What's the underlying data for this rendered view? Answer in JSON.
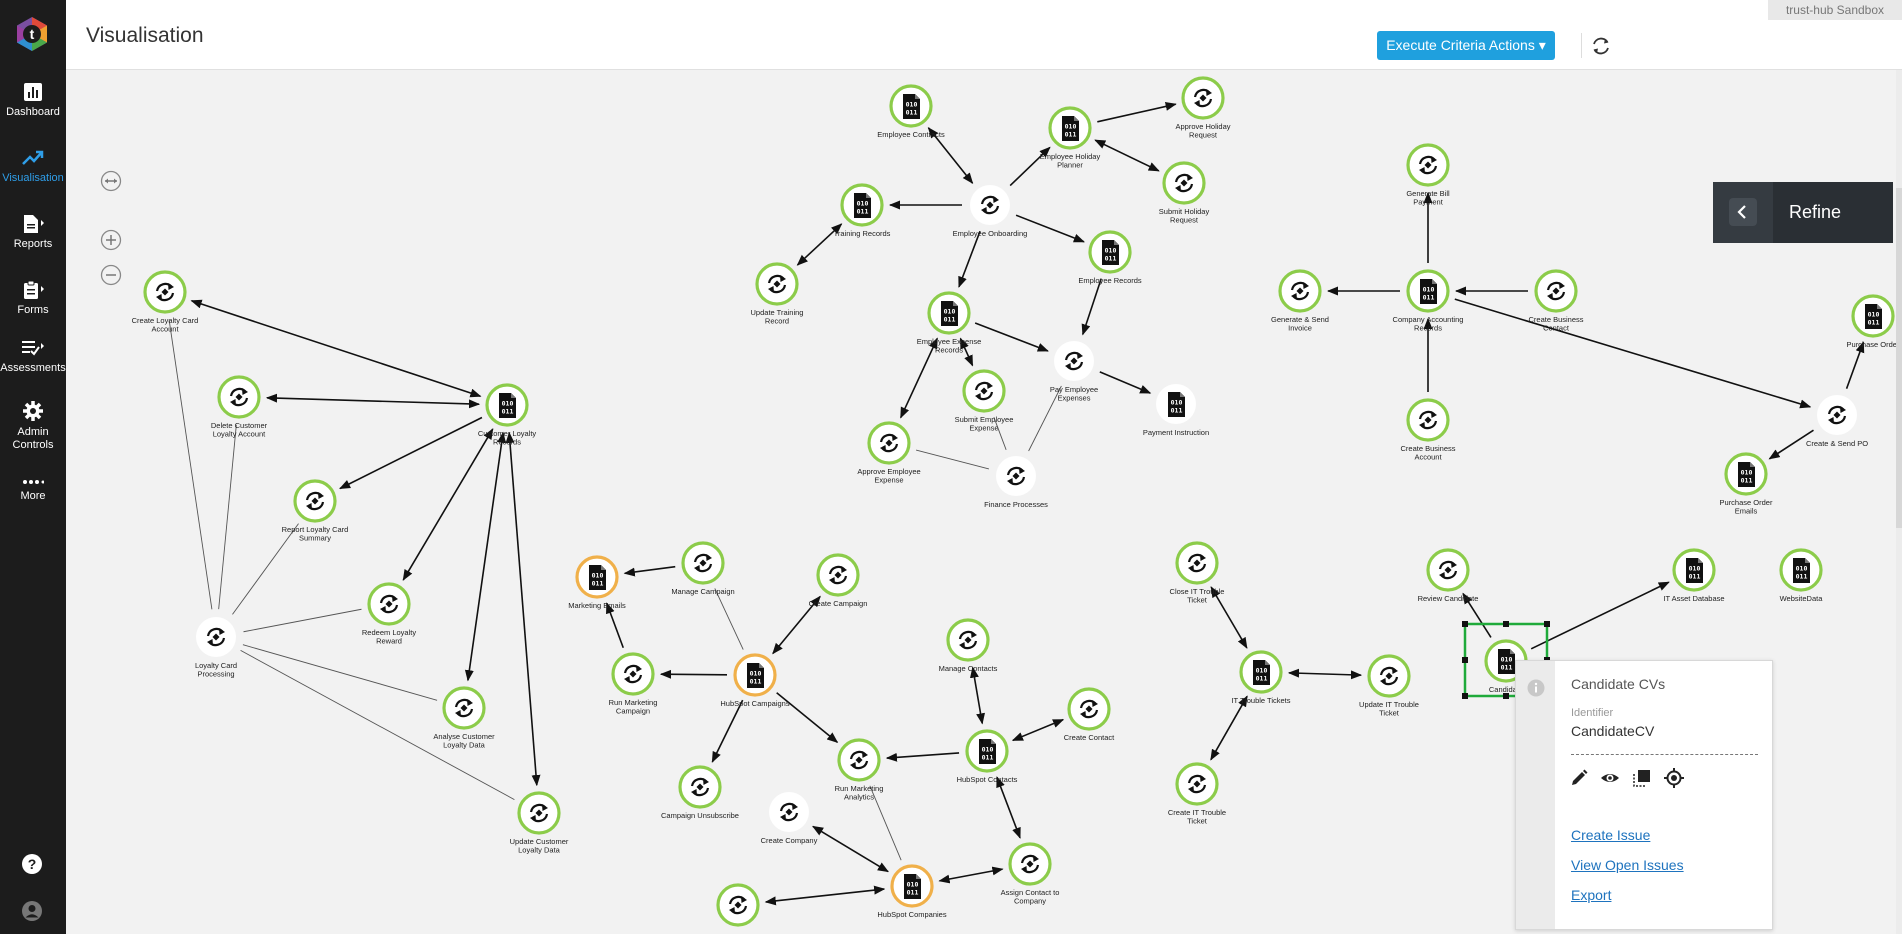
{
  "app": {
    "sandbox_label": "trust-hub Sandbox"
  },
  "header": {
    "title": "Visualisation",
    "execute_button": "Execute Criteria Actions ▾"
  },
  "sidebar": {
    "items": [
      {
        "label": "Dashboard",
        "icon": "bar-chart-icon"
      },
      {
        "label": "Visualisation",
        "icon": "trend-line-icon",
        "active": true
      },
      {
        "label": "Reports",
        "icon": "document-icon"
      },
      {
        "label": "Forms",
        "icon": "clipboard-icon"
      },
      {
        "label": "Assessments",
        "icon": "checklist-icon"
      },
      {
        "label": "Admin Controls",
        "icon": "gear-icon"
      },
      {
        "label": "More",
        "icon": "dots-icon"
      }
    ]
  },
  "refine": {
    "label": "Refine"
  },
  "popup": {
    "title": "Candidate CVs",
    "identifier_label": "Identifier",
    "identifier_value": "CandidateCV",
    "links": [
      "Create Issue",
      "View Open Issues",
      "Export"
    ]
  },
  "colors": {
    "accent": "#1fa0de",
    "node_green": "#8ccc4a",
    "node_orange": "#f0b04a",
    "selection": "#1faa3a",
    "sidebar": "#1c1c1c"
  },
  "graph": {
    "nodes": [
      {
        "id": "n1",
        "type": "process",
        "label": [
          "Create Loyalty Card",
          "Account"
        ]
      },
      {
        "id": "n2",
        "type": "process",
        "label": [
          "Delete Customer",
          "Loyalty Account"
        ]
      },
      {
        "id": "n3",
        "type": "data",
        "label": [
          "Customer Loyalty",
          "Records"
        ]
      },
      {
        "id": "n4",
        "type": "process",
        "label": [
          "Report Loyalty Card",
          "Summary"
        ]
      },
      {
        "id": "n5",
        "type": "process",
        "label": [
          "Redeem Loyalty",
          "Reward"
        ]
      },
      {
        "id": "n6",
        "type": "process_plain",
        "label": [
          "Loyalty Card",
          "Processing"
        ]
      },
      {
        "id": "n7",
        "type": "process",
        "label": [
          "Analyse Customer",
          "Loyalty Data"
        ]
      },
      {
        "id": "n8",
        "type": "process",
        "label": [
          "Update Customer",
          "Loyalty Data"
        ]
      },
      {
        "id": "n9",
        "type": "data",
        "label": [
          "Employee Contracts"
        ]
      },
      {
        "id": "n10",
        "type": "data",
        "label": [
          "Employee Holiday",
          "Planner"
        ]
      },
      {
        "id": "n11",
        "type": "process",
        "label": [
          "Approve Holiday",
          "Request"
        ]
      },
      {
        "id": "n12",
        "type": "process",
        "label": [
          "Submit Holiday",
          "Request"
        ]
      },
      {
        "id": "n13",
        "type": "data",
        "label": [
          "Training Records"
        ]
      },
      {
        "id": "n14",
        "type": "process_plain",
        "label": [
          "Employee Onboarding"
        ]
      },
      {
        "id": "n15",
        "type": "data",
        "label": [
          "Employee Records"
        ]
      },
      {
        "id": "n16",
        "type": "process",
        "label": [
          "Update Training",
          "Record"
        ]
      },
      {
        "id": "n17",
        "type": "data",
        "label": [
          "Employee Expense",
          "Records"
        ]
      },
      {
        "id": "n18",
        "type": "process_plain",
        "label": [
          "Pay Employee",
          "Expenses"
        ]
      },
      {
        "id": "n19",
        "type": "process",
        "label": [
          "Submit Employee",
          "Expense"
        ]
      },
      {
        "id": "n20",
        "type": "data_plain",
        "label": [
          "Payment Instruction"
        ]
      },
      {
        "id": "n21",
        "type": "process",
        "label": [
          "Approve Employee",
          "Expense"
        ]
      },
      {
        "id": "n22",
        "type": "process_plain",
        "label": [
          "Finance Processes"
        ]
      },
      {
        "id": "n23",
        "type": "process",
        "label": [
          "Generate Bill",
          "Payment"
        ]
      },
      {
        "id": "n24",
        "type": "process",
        "label": [
          "Generate & Send",
          "Invoice"
        ]
      },
      {
        "id": "n25",
        "type": "data",
        "label": [
          "Company Accounting",
          "Records"
        ]
      },
      {
        "id": "n26",
        "type": "process",
        "label": [
          "Create Business",
          "Contact"
        ]
      },
      {
        "id": "n27",
        "type": "process",
        "label": [
          "Create Business",
          "Account"
        ]
      },
      {
        "id": "n28",
        "type": "data",
        "label": [
          "Purchase Order"
        ]
      },
      {
        "id": "n29",
        "type": "process_plain",
        "label": [
          "Create & Send PO"
        ]
      },
      {
        "id": "n30",
        "type": "data",
        "label": [
          "Purchase Order",
          "Emails"
        ]
      },
      {
        "id": "n31",
        "type": "data_orange",
        "label": [
          "Marketing Emails"
        ]
      },
      {
        "id": "n32",
        "type": "process",
        "label": [
          "Manage Campaign"
        ]
      },
      {
        "id": "n33",
        "type": "process",
        "label": [
          "Create Campaign"
        ]
      },
      {
        "id": "n34",
        "type": "process",
        "label": [
          "Run Marketing",
          "Campaign"
        ]
      },
      {
        "id": "n35",
        "type": "data_orange",
        "label": [
          "HubSpot Campaigns"
        ]
      },
      {
        "id": "n36",
        "type": "process",
        "label": [
          "Manage Contacts"
        ]
      },
      {
        "id": "n37",
        "type": "process",
        "label": [
          "Create Contact"
        ]
      },
      {
        "id": "n38",
        "type": "process",
        "label": [
          "Run Marketing",
          "Analytics"
        ]
      },
      {
        "id": "n39",
        "type": "data",
        "label": [
          "HubSpot Contacts"
        ]
      },
      {
        "id": "n40",
        "type": "process",
        "label": [
          "Campaign Unsubscribe"
        ]
      },
      {
        "id": "n41",
        "type": "process_plain",
        "label": [
          "Create Company"
        ]
      },
      {
        "id": "n42",
        "type": "data_orange",
        "label": [
          "HubSpot Companies"
        ]
      },
      {
        "id": "n43",
        "type": "process",
        "label": [
          "Assign Contact to",
          "Company"
        ]
      },
      {
        "id": "n44",
        "type": "process",
        "label": []
      },
      {
        "id": "n45",
        "type": "process",
        "label": [
          "Close IT Trouble",
          "Ticket"
        ]
      },
      {
        "id": "n46",
        "type": "data",
        "label": [
          "IT Trouble Tickets"
        ]
      },
      {
        "id": "n47",
        "type": "process",
        "label": [
          "Update IT Trouble",
          "Ticket"
        ]
      },
      {
        "id": "n48",
        "type": "process",
        "label": [
          "Create IT Trouble",
          "Ticket"
        ]
      },
      {
        "id": "n49",
        "type": "process",
        "label": [
          "Review Candidate"
        ]
      },
      {
        "id": "n50",
        "type": "data",
        "label": [
          "Candidate"
        ],
        "selected": true
      },
      {
        "id": "n51",
        "type": "data",
        "label": [
          "IT Asset Database"
        ]
      },
      {
        "id": "n52",
        "type": "data",
        "label": [
          "WebsiteData"
        ]
      }
    ],
    "edges": [
      {
        "from": "n3",
        "to": "n1",
        "dir": "both"
      },
      {
        "from": "n3",
        "to": "n2",
        "dir": "both"
      },
      {
        "from": "n3",
        "to": "n4",
        "dir": "to"
      },
      {
        "from": "n3",
        "to": "n5",
        "dir": "both"
      },
      {
        "from": "n3",
        "to": "n7",
        "dir": "both"
      },
      {
        "from": "n3",
        "to": "n8",
        "dir": "both"
      },
      {
        "from": "n6",
        "to": "n1",
        "dir": "none"
      },
      {
        "from": "n6",
        "to": "n2",
        "dir": "none"
      },
      {
        "from": "n6",
        "to": "n4",
        "dir": "none"
      },
      {
        "from": "n6",
        "to": "n5",
        "dir": "none"
      },
      {
        "from": "n6",
        "to": "n7",
        "dir": "none"
      },
      {
        "from": "n6",
        "to": "n8",
        "dir": "none"
      },
      {
        "from": "n14",
        "to": "n9",
        "dir": "both"
      },
      {
        "from": "n14",
        "to": "n10",
        "dir": "to"
      },
      {
        "from": "n10",
        "to": "n11",
        "dir": "to"
      },
      {
        "from": "n10",
        "to": "n12",
        "dir": "both"
      },
      {
        "from": "n14",
        "to": "n13",
        "dir": "to"
      },
      {
        "from": "n13",
        "to": "n16",
        "dir": "both"
      },
      {
        "from": "n14",
        "to": "n15",
        "dir": "to"
      },
      {
        "from": "n14",
        "to": "n17",
        "dir": "to"
      },
      {
        "from": "n17",
        "to": "n18",
        "dir": "to"
      },
      {
        "from": "n17",
        "to": "n19",
        "dir": "both"
      },
      {
        "from": "n17",
        "to": "n21",
        "dir": "both"
      },
      {
        "from": "n15",
        "to": "n18",
        "dir": "to"
      },
      {
        "from": "n18",
        "to": "n20",
        "dir": "to"
      },
      {
        "from": "n22",
        "to": "n18",
        "dir": "none"
      },
      {
        "from": "n22",
        "to": "n19",
        "dir": "none"
      },
      {
        "from": "n22",
        "to": "n21",
        "dir": "none"
      },
      {
        "from": "n25",
        "to": "n23",
        "dir": "to"
      },
      {
        "from": "n25",
        "to": "n24",
        "dir": "to"
      },
      {
        "from": "n26",
        "to": "n25",
        "dir": "to"
      },
      {
        "from": "n27",
        "to": "n25",
        "dir": "to"
      },
      {
        "from": "n25",
        "to": "n29",
        "dir": "to"
      },
      {
        "from": "n29",
        "to": "n28",
        "dir": "to"
      },
      {
        "from": "n29",
        "to": "n30",
        "dir": "to"
      },
      {
        "from": "n32",
        "to": "n31",
        "dir": "to"
      },
      {
        "from": "n34",
        "to": "n31",
        "dir": "to"
      },
      {
        "from": "n35",
        "to": "n32",
        "dir": "none"
      },
      {
        "from": "n35",
        "to": "n33",
        "dir": "both"
      },
      {
        "from": "n35",
        "to": "n34",
        "dir": "to"
      },
      {
        "from": "n35",
        "to": "n38",
        "dir": "to"
      },
      {
        "from": "n35",
        "to": "n40",
        "dir": "to"
      },
      {
        "from": "n39",
        "to": "n36",
        "dir": "both"
      },
      {
        "from": "n39",
        "to": "n37",
        "dir": "both"
      },
      {
        "from": "n39",
        "to": "n38",
        "dir": "to"
      },
      {
        "from": "n39",
        "to": "n43",
        "dir": "both"
      },
      {
        "from": "n42",
        "to": "n38",
        "dir": "none"
      },
      {
        "from": "n42",
        "to": "n41",
        "dir": "both"
      },
      {
        "from": "n42",
        "to": "n43",
        "dir": "both"
      },
      {
        "from": "n42",
        "to": "n44",
        "dir": "both"
      },
      {
        "from": "n46",
        "to": "n45",
        "dir": "both"
      },
      {
        "from": "n46",
        "to": "n47",
        "dir": "both"
      },
      {
        "from": "n46",
        "to": "n48",
        "dir": "both"
      },
      {
        "from": "n50",
        "to": "n49",
        "dir": "to"
      },
      {
        "from": "n50",
        "to": "n51",
        "dir": "to"
      }
    ]
  }
}
